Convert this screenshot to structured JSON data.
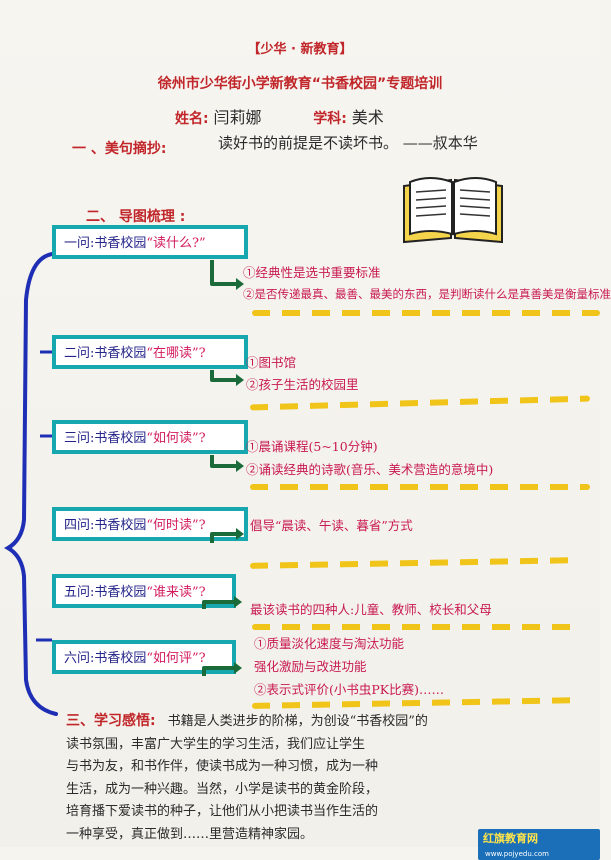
{
  "header": {
    "tag": "【少华 · 新教育】",
    "title": "徐州市少华街小学新教育“书香校园”专题培训"
  },
  "meta": {
    "name_label": "姓名:",
    "name_value": "闫莉娜",
    "subject_label": "学科:",
    "subject_value": "美术"
  },
  "section1": {
    "heading": "一 、美句摘抄:",
    "quote": "读好书的前提是不读坏书。 ——叔本华"
  },
  "section2": {
    "heading": "二、 导图梳理 :",
    "questions": [
      {
        "prefix": "一问:书香校园",
        "focus": "“读什么?”"
      },
      {
        "prefix": "二问:书香校园",
        "focus": "“在哪读”?"
      },
      {
        "prefix": "三问:书香校园",
        "focus": "“如何读”?"
      },
      {
        "prefix": "四问:书香校园",
        "focus": "“何时读”?"
      },
      {
        "prefix": "五问:书香校园",
        "focus": "“谁来读”?"
      },
      {
        "prefix": "六问:书香校园",
        "focus": "“如何评”?"
      }
    ],
    "answers": [
      [
        "①经典性是选书重要标准",
        "②是否传递最真、最善、最美的东西，是判断读什么是真善美是衡量标准"
      ],
      [
        "①图书馆",
        "②孩子生活的校园里"
      ],
      [
        "①晨诵课程(5~10分钟)",
        "②诵读经典的诗歌(音乐、美术营造的意境中)"
      ],
      [
        "倡导“晨读、午读、暮省”方式"
      ],
      [
        "最该读书的四种人:儿童、教师、校长和父母"
      ],
      [
        "①质量淡化速度与淘汰功能",
        "强化激励与改进功能",
        "②表示式评价(小书虫PK比赛)……"
      ]
    ]
  },
  "section3": {
    "heading": "三、学习感悟:",
    "text_lines": [
      "书籍是人类进步的阶梯，为创设“书香校园”的",
      "读书氛围，丰富广大学生的学习生活，我们应让学生",
      "与书为友，和书作伴，使读书成为一种习惯，成为一种",
      "生活，成为一种兴趣。当然，小学是读书的黄金阶段，",
      "培育播下爱读书的种子，让他们从小把读书当作生活的",
      "一种享受，真正做到……里营造精神家园。"
    ]
  },
  "watermark": {
    "text": "红旗教育网",
    "url": "www.pojyedu.com"
  },
  "colors": {
    "heading_red": "#c0262a",
    "box_teal": "#17a7ae",
    "answer_pink": "#c81a52",
    "dash_yellow": "#f0c419",
    "brace_blue": "#1f2fb5",
    "arrow_green": "#1b6b3a"
  }
}
